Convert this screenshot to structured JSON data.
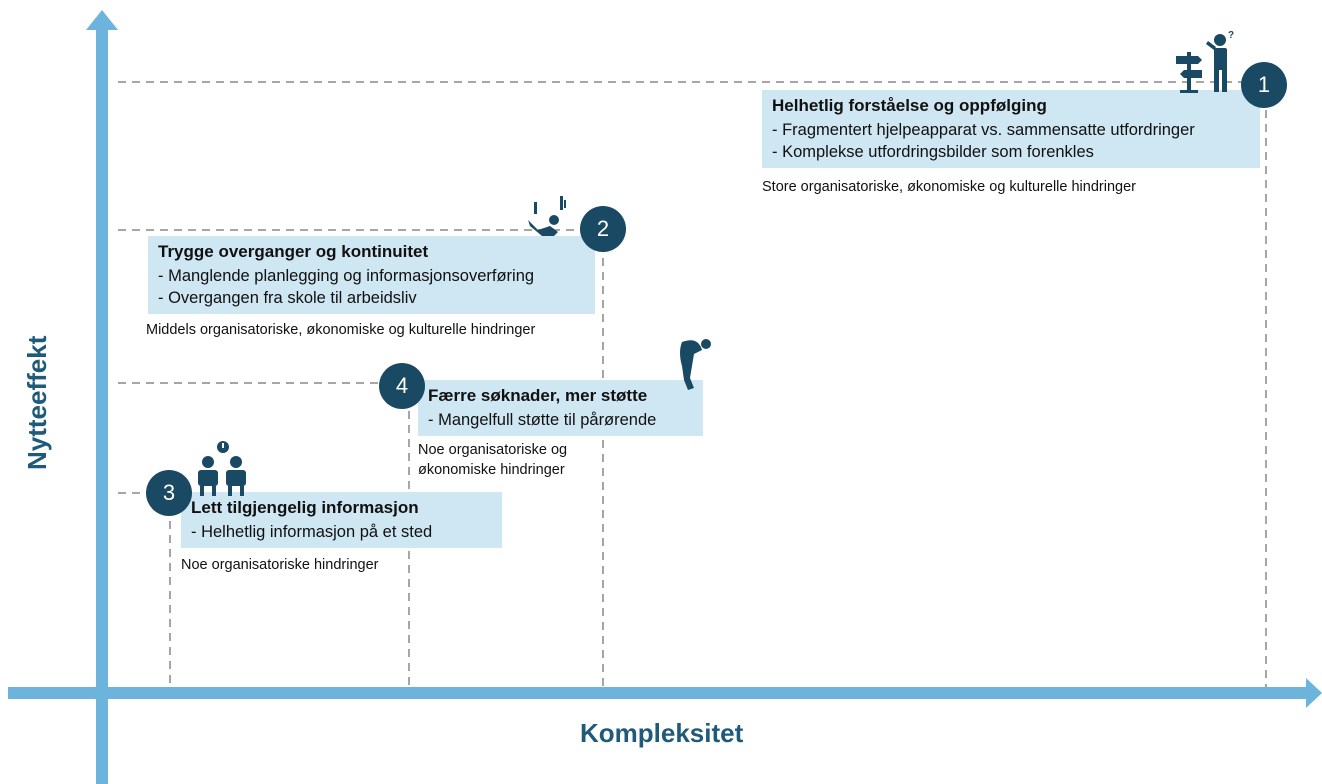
{
  "axes": {
    "x_label": "Kompleksitet",
    "y_label": "Nytteeffekt"
  },
  "colors": {
    "axis": "#6cb4dc",
    "box": "#cfe6f3",
    "badge": "#1a4a63",
    "label": "#1f5a7a"
  },
  "items": [
    {
      "number": "1",
      "title": "Helhetlig forståelse og oppfølging",
      "lines": [
        "- Fragmentert hjelpeapparat vs. sammensatte utfordringer",
        "- Komplekse utfordringsbilder som forenkles"
      ],
      "hindrance": "Store organisatoriske, økonomiske og kulturelle hindringer",
      "icon": "signpost-person-icon"
    },
    {
      "number": "2",
      "title": "Trygge overganger og kontinuitet",
      "lines": [
        "- Manglende planlegging og informasjonsoverføring",
        "- Overgangen fra skole til arbeidsliv"
      ],
      "hindrance": "Middels organisatoriske, økonomiske og kulturelle hindringer",
      "icon": "falling-person-icon"
    },
    {
      "number": "3",
      "title": "Lett tilgjengelig informasjon",
      "lines": [
        "- Helhetlig informasjon på et sted"
      ],
      "hindrance": "Noe organisatoriske hindringer",
      "icon": "waiting-people-icon"
    },
    {
      "number": "4",
      "title": "Færre søknader, mer støtte",
      "lines": [
        "- Mangelfull støtte til pårørende"
      ],
      "hindrance_lines": [
        "Noe organisatoriske og",
        "økonomiske hindringer"
      ],
      "icon": "bowed-person-icon"
    }
  ]
}
